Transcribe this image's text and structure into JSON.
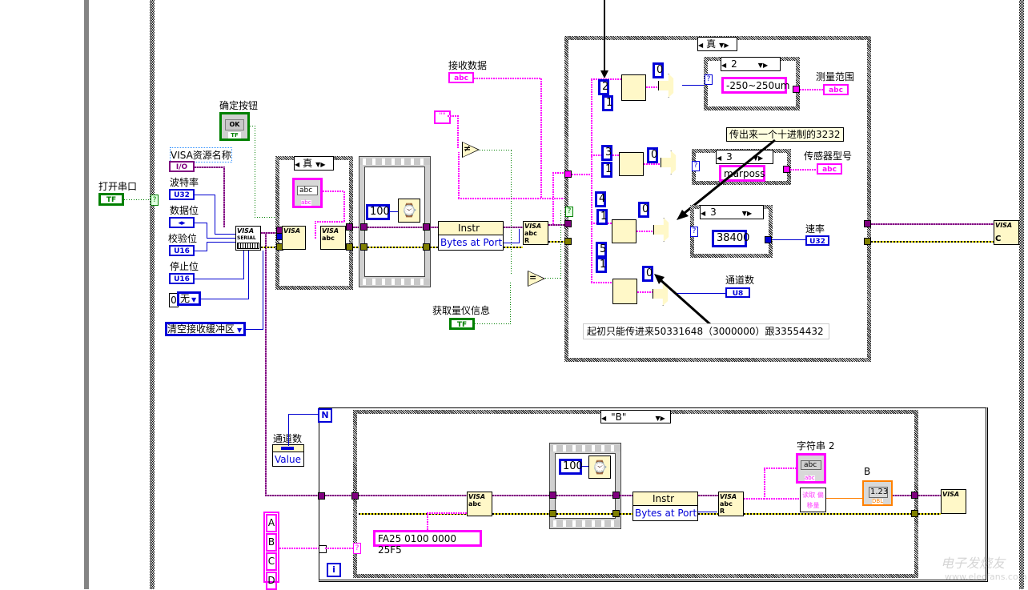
{
  "left_panel": {
    "open_port": {
      "label": "打开串口",
      "type": "TF"
    },
    "ok_button": {
      "label": "确定按钮",
      "button_text": "OK",
      "type": "TF"
    },
    "visa_resource": {
      "label": "VISA资源名称",
      "type": "I/O"
    },
    "baud_rate": {
      "label": "波特率",
      "type": "U32"
    },
    "data_bits": {
      "label": "数据位",
      "type": "◂▸"
    },
    "parity": {
      "label": "校验位",
      "type": "U16"
    },
    "stop_bits": {
      "label": "停止位",
      "type": "U16"
    },
    "flow_control": {
      "index": "0",
      "value": "无"
    },
    "flush_mode": {
      "value": "清空接收缓冲区"
    },
    "serial_vi": {
      "title": "VISA",
      "sub": "SERIAL"
    }
  },
  "init_case": {
    "selector": "真",
    "string_const_type": "abc",
    "string_const_label": "abc",
    "visa_close_title": "VISA",
    "visa_write_title": "VISA",
    "visa_write_sub": "abc"
  },
  "wait_frame": {
    "ms": "100"
  },
  "property_node": {
    "class": "Instr",
    "property": "Bytes at Port"
  },
  "visa_read": {
    "title": "VISA",
    "sub": "abc",
    "mode": "R"
  },
  "receive_data": {
    "label": "接收数据",
    "type": "abc"
  },
  "empty_string_const": "\"\"",
  "not_equal_op": "≠",
  "equal_op": "=",
  "get_info": {
    "label": "获取量仪信息",
    "type": "TF"
  },
  "outer_case": {
    "selector": "真",
    "rows": [
      {
        "offset": "2",
        "length": "1",
        "zero": "0",
        "case_selector": "2",
        "case_value": "-250~250um",
        "indicator_label": "测量范围",
        "indicator_type": "abc"
      },
      {
        "offset": "3",
        "length": "1",
        "zero": "0",
        "case_selector": "3",
        "case_value": "marposs",
        "indicator_label": "传感器型号",
        "indicator_type": "abc"
      },
      {
        "offset": "4",
        "length": "1",
        "zero": "0",
        "case_selector": "3",
        "case_value": "38400",
        "indicator_label": "速率",
        "indicator_type": "U32"
      },
      {
        "offset": "5",
        "length": "1",
        "zero": "0",
        "indicator_label": "通道数",
        "indicator_type": "U8"
      }
    ],
    "tooltip": "传出来一个十进制的3232",
    "comment": "起初只能传进来50331648（3000000）跟33554432"
  },
  "visa_close_right": {
    "title": "VISA",
    "sub": "C"
  },
  "for_loop": {
    "count_label": "N",
    "index_label": "i",
    "channel_count_label": "通道数",
    "channel_count_value": "Value",
    "array_items": [
      "A",
      "B",
      "C",
      "D"
    ],
    "case_selector": "\"B\"",
    "command_string": "FA25 0100 0000 25F5",
    "wait_ms": "100",
    "property_class": "Instr",
    "property_name": "Bytes at Port",
    "string2_label": "字符串 2",
    "string2_type": "abc",
    "subvi_label": "读取 偏移量",
    "b_label": "B",
    "b_value": "1.23",
    "b_type": "DBL",
    "visa_close_title": "VISA"
  },
  "watermark": {
    "text": "电子发烧友",
    "url": "www.elecfans.com"
  },
  "colors": {
    "string_wire": "#ff00ff",
    "visa_wire": "#800080",
    "error_wire": "#e8e000",
    "numeric": "#0000d8",
    "boolean": "#008000",
    "dbl": "#ff8000",
    "vi_bg": "#fff8c8"
  }
}
